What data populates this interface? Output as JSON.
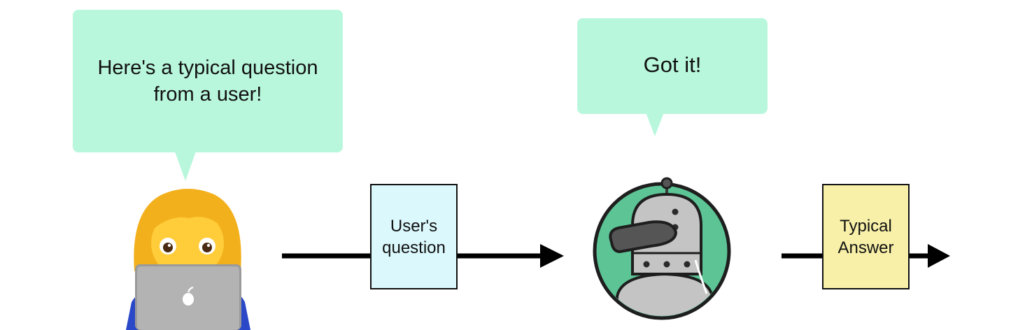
{
  "user_bubble": {
    "line1": "Here's a typical question",
    "line2": "from a user!"
  },
  "bot_bubble": {
    "text": "Got it!"
  },
  "question_box": {
    "line1": "User's",
    "line2": "question",
    "color": "#dbf8fc"
  },
  "answer_box": {
    "line1": "Typical",
    "line2": "Answer",
    "color": "#f8f0a8"
  },
  "icons": {
    "user": "woman-technologist-icon",
    "bot": "robot-icon"
  },
  "colors": {
    "bubble": "#b9f7dd",
    "robot_ring": "#5cc495",
    "arrow": "#000000"
  }
}
